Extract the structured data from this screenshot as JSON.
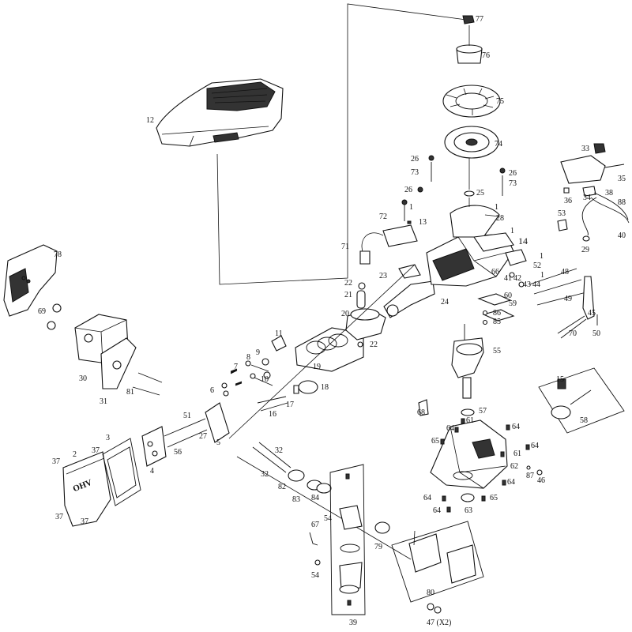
{
  "diagram": {
    "type": "exploded-parts-view",
    "part_numbers": [
      "1",
      "2",
      "3",
      "4",
      "5",
      "6",
      "7",
      "8",
      "9",
      "10",
      "11",
      "12",
      "13",
      "14",
      "15",
      "16",
      "17",
      "18",
      "19",
      "20",
      "21",
      "22",
      "23",
      "24",
      "25",
      "26",
      "27",
      "28",
      "29",
      "30",
      "31",
      "32",
      "33",
      "34",
      "35",
      "36",
      "37",
      "38",
      "39",
      "40",
      "41",
      "42",
      "43",
      "44",
      "45",
      "46",
      "47 (X2)",
      "48",
      "49",
      "50",
      "51",
      "52",
      "53",
      "54",
      "55",
      "56",
      "57",
      "58",
      "59",
      "60",
      "61",
      "62",
      "63",
      "64",
      "65",
      "66",
      "67",
      "68",
      "69",
      "70",
      "71",
      "72",
      "73",
      "74",
      "75",
      "76",
      "77",
      "78",
      "79",
      "80",
      "81",
      "82",
      "83",
      "84",
      "85",
      "86",
      "87",
      "88"
    ],
    "valve_cover_text": "OHV"
  }
}
